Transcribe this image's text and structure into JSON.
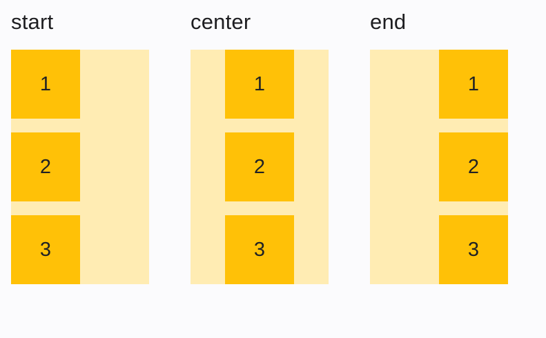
{
  "colors": {
    "page_background": "#FBFBFD",
    "container_background": "#FFECB3",
    "item_background": "#FFC107",
    "label_text": "#1E1E21",
    "item_text": "#1F2125"
  },
  "groups": [
    {
      "label": "start",
      "alignment": "start",
      "items": [
        "1",
        "2",
        "3"
      ]
    },
    {
      "label": "center",
      "alignment": "center",
      "items": [
        "1",
        "2",
        "3"
      ]
    },
    {
      "label": "end",
      "alignment": "end",
      "items": [
        "1",
        "2",
        "3"
      ]
    }
  ]
}
